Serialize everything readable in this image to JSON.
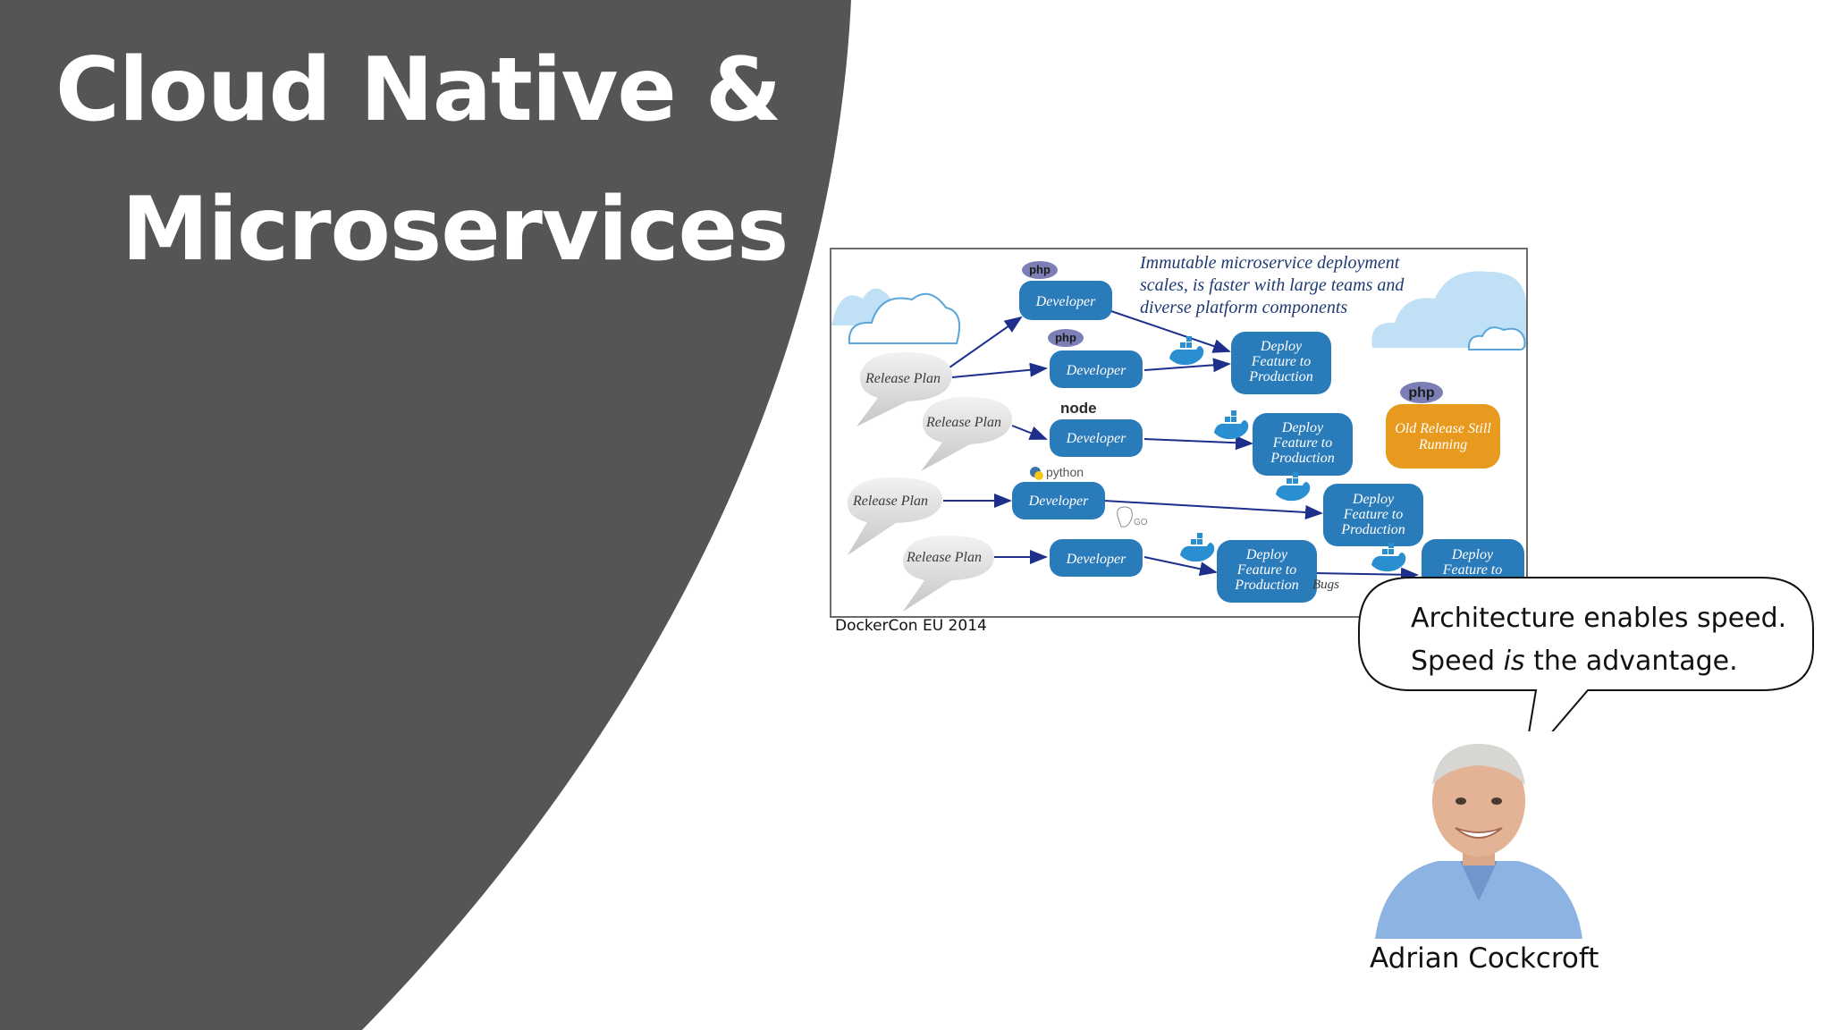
{
  "slide": {
    "title_line_1": "Cloud Native &",
    "title_line_2": "Microservices",
    "colors": {
      "left_panel": "#555555",
      "title_text": "#ffffff"
    }
  },
  "diagram": {
    "caption": [
      "Immutable microservice deployment",
      "scales, is faster with large teams and",
      "diverse platform components"
    ],
    "release_plans": [
      "Release Plan",
      "Release Plan",
      "Release Plan",
      "Release Plan"
    ],
    "developers": [
      "Developer",
      "Developer",
      "Developer",
      "Developer",
      "Developer"
    ],
    "deploy_boxes": [
      [
        "Deploy",
        "Feature to",
        "Production"
      ],
      [
        "Deploy",
        "Feature to",
        "Production"
      ],
      [
        "Deploy",
        "Feature to",
        "Production"
      ],
      [
        "Deploy",
        "Feature to",
        "Production"
      ],
      [
        "Deploy",
        "Feature to"
      ]
    ],
    "old_release": [
      "Old Release Still",
      "Running"
    ],
    "bugs_label": "Bugs",
    "logos": {
      "php": "php",
      "node": "node",
      "python": "python",
      "go": "GO"
    },
    "colors": {
      "box": "#2a7bb9",
      "old_release": "#e89a1e",
      "arrow": "#1d2f8a",
      "cloud": "#a8d3ef"
    },
    "source": "DockerCon EU 2014"
  },
  "speech": {
    "line_1": "Architecture enables speed.",
    "line_2_a": "Speed ",
    "line_2_em": "is",
    "line_2_b": " the advantage."
  },
  "speaker": {
    "name": "Adrian Cockcroft"
  }
}
